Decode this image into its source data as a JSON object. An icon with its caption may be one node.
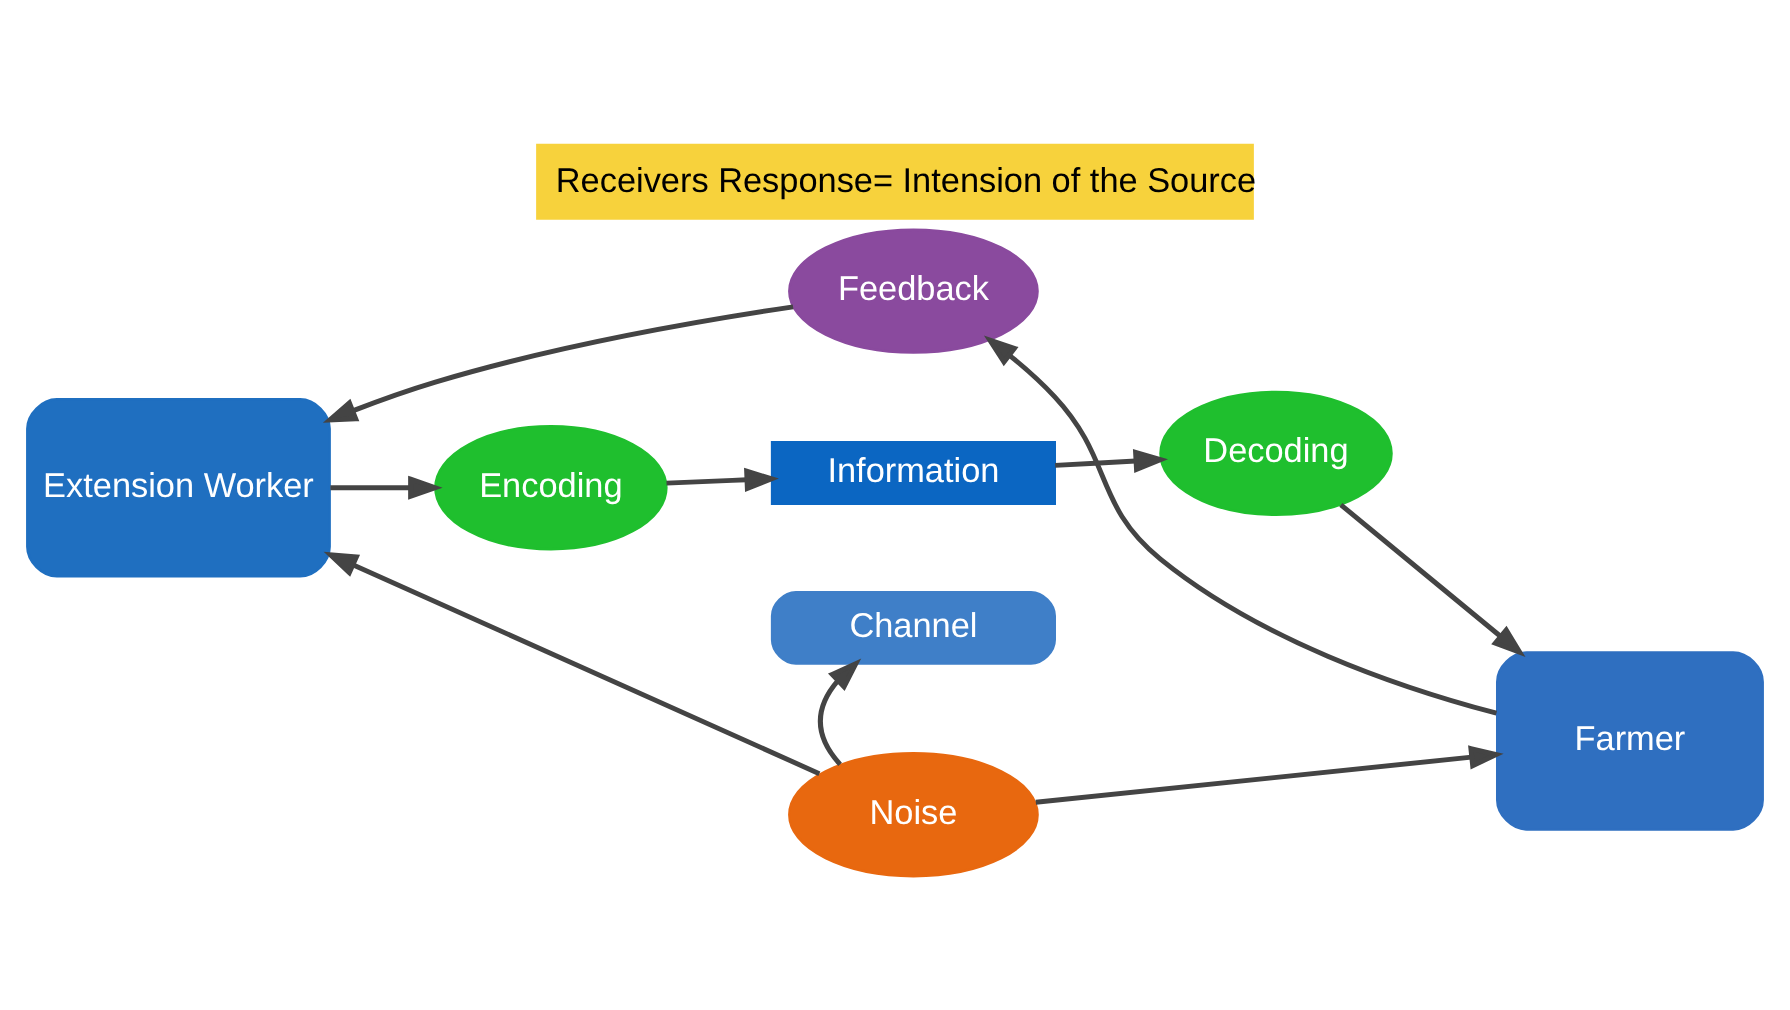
{
  "diagram": {
    "title": "Receivers Response= Intension of the Source",
    "nodes": [
      {
        "text": [
          "Extension Worker"
        ]
      },
      {
        "text": [
          "Encoding"
        ]
      },
      {
        "text": [
          "Information"
        ]
      },
      {
        "text": [
          "Channel"
        ]
      },
      {
        "text": [
          "Decoding"
        ]
      },
      {
        "text": [
          "Farmer"
        ]
      },
      {
        "text": [
          "Feedback"
        ]
      },
      {
        "text": [
          "Noise"
        ]
      }
    ],
    "edges": [
      {
        "from": 0,
        "to": 1,
        "arrow": "to"
      },
      {
        "from": 1,
        "to": 2,
        "arrow": "to"
      },
      {
        "from": 2,
        "to": 4,
        "arrow": "to"
      },
      {
        "from": 4,
        "to": 5,
        "arrow": "to"
      },
      {
        "from": 5,
        "to": 6,
        "arrow": "to"
      },
      {
        "from": 6,
        "to": 0,
        "arrow": "to"
      },
      {
        "from": 7,
        "to": 0,
        "arrow": "to"
      },
      {
        "from": 7,
        "to": 3,
        "arrow": "to"
      },
      {
        "from": 7,
        "to": 5,
        "arrow": "to"
      }
    ]
  }
}
